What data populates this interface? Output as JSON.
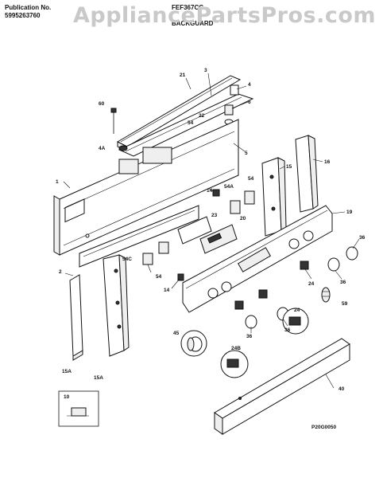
{
  "header": {
    "publication_label": "Publication No.",
    "publication_number": "5995263760",
    "model": "FEF367CC",
    "section": "BACKGUARD",
    "watermark": "AppliancePartsPros.com"
  },
  "part_labels": {
    "p1": "1",
    "p2": "2",
    "p3": "3",
    "p4": "4",
    "p4a": "4A",
    "p5": "5",
    "p6": "6",
    "p10": "10",
    "p14a": "14",
    "p14b": "14",
    "p15a": "15",
    "p15b": "15A",
    "p15c": "15A",
    "p16": "16",
    "p19": "19",
    "p20": "20",
    "p21": "21",
    "p22": "22",
    "p23": "23",
    "p24a": "24",
    "p24b": "24",
    "p24c": "24B",
    "p36a": "36",
    "p36b": "36",
    "p36c": "36",
    "p36d": "36",
    "p40": "40",
    "p45": "45",
    "p54a": "54",
    "p54b": "54",
    "p54c": "54",
    "p54d": "54A",
    "p54e": "54C",
    "p59": "59",
    "p60": "60"
  },
  "diagram_id": "P20G0050"
}
